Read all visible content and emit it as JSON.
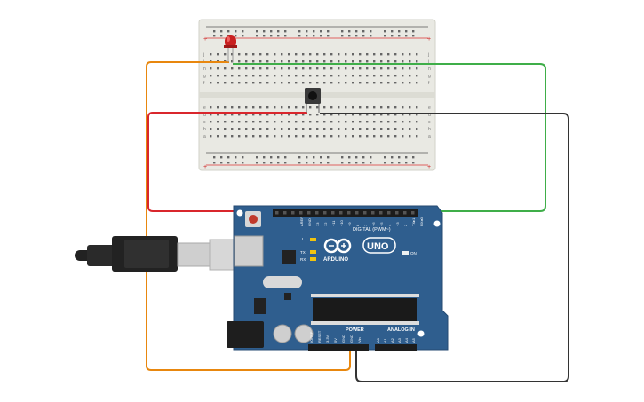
{
  "board": {
    "brand": "ARDUINO",
    "model": "UNO",
    "digital_label": "DIGITAL (PWM~)",
    "power_label": "POWER",
    "analog_label": "ANALOG IN",
    "on_label": "ON",
    "l_label": "L",
    "tx_label": "TX",
    "rx_label": "RX",
    "digital_pins": [
      "AREF",
      "GND",
      "13",
      "12",
      "~11",
      "~10",
      "~9",
      "8",
      "7",
      "~6",
      "~5",
      "4",
      "~3",
      "2",
      "TX▸1",
      "RX◂0"
    ],
    "power_pins": [
      "IOREF",
      "RESET",
      "3.3V",
      "5V",
      "GND",
      "GND",
      "Vin"
    ],
    "analog_pins": [
      "A0",
      "A1",
      "A2",
      "A3",
      "A4",
      "A5"
    ]
  },
  "breadboard": {
    "row_letters_top": [
      "j",
      "i",
      "h",
      "g",
      "f"
    ],
    "row_letters_bottom": [
      "e",
      "d",
      "c",
      "b",
      "a"
    ],
    "plus": "+",
    "minus": "−"
  },
  "colors": {
    "wire_orange": "#e8870e",
    "wire_green": "#3fae49",
    "wire_red": "#d9262c",
    "wire_black": "#333333",
    "board_blue": "#2f5e8e",
    "breadboard": "#e9e9e3"
  },
  "icons": [
    "led-icon",
    "pushbutton-icon",
    "usb-cable-icon"
  ]
}
